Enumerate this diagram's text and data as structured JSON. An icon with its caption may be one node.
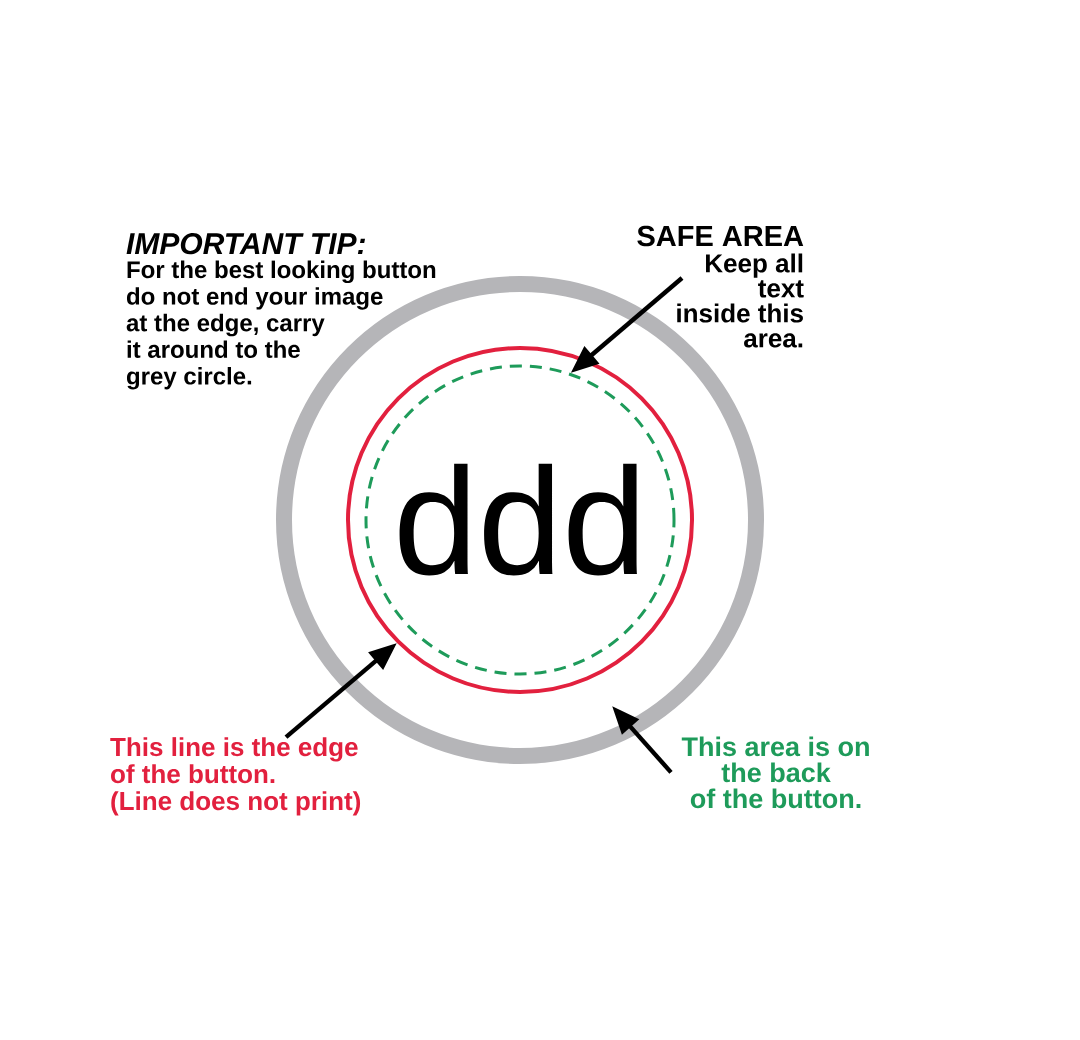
{
  "diagram": {
    "nodes": [
      {
        "text": [
          "SAFE AREA",
          "Keep all text inside this area."
        ]
      },
      {
        "text": [],
        "shape": "circle"
      },
      {
        "text": [],
        "shape": "circle",
        "in": 1
      },
      {
        "text": [
          "This line is the edge of the button. (Line does not print)"
        ]
      },
      {
        "text": [
          "This area is on the back of the button."
        ]
      }
    ],
    "edges": [
      {
        "from": 0,
        "to": 2,
        "arrow": "to"
      },
      {
        "from": 3,
        "to": 1,
        "arrow": "to"
      },
      {
        "from": 4,
        "to": null,
        "arrow": "to"
      }
    ],
    "labels": [
      "IMPORTANT TIP:",
      "For the best looking button do not end your image at the edge, carry it around to the grey circle.",
      "ddd"
    ]
  }
}
